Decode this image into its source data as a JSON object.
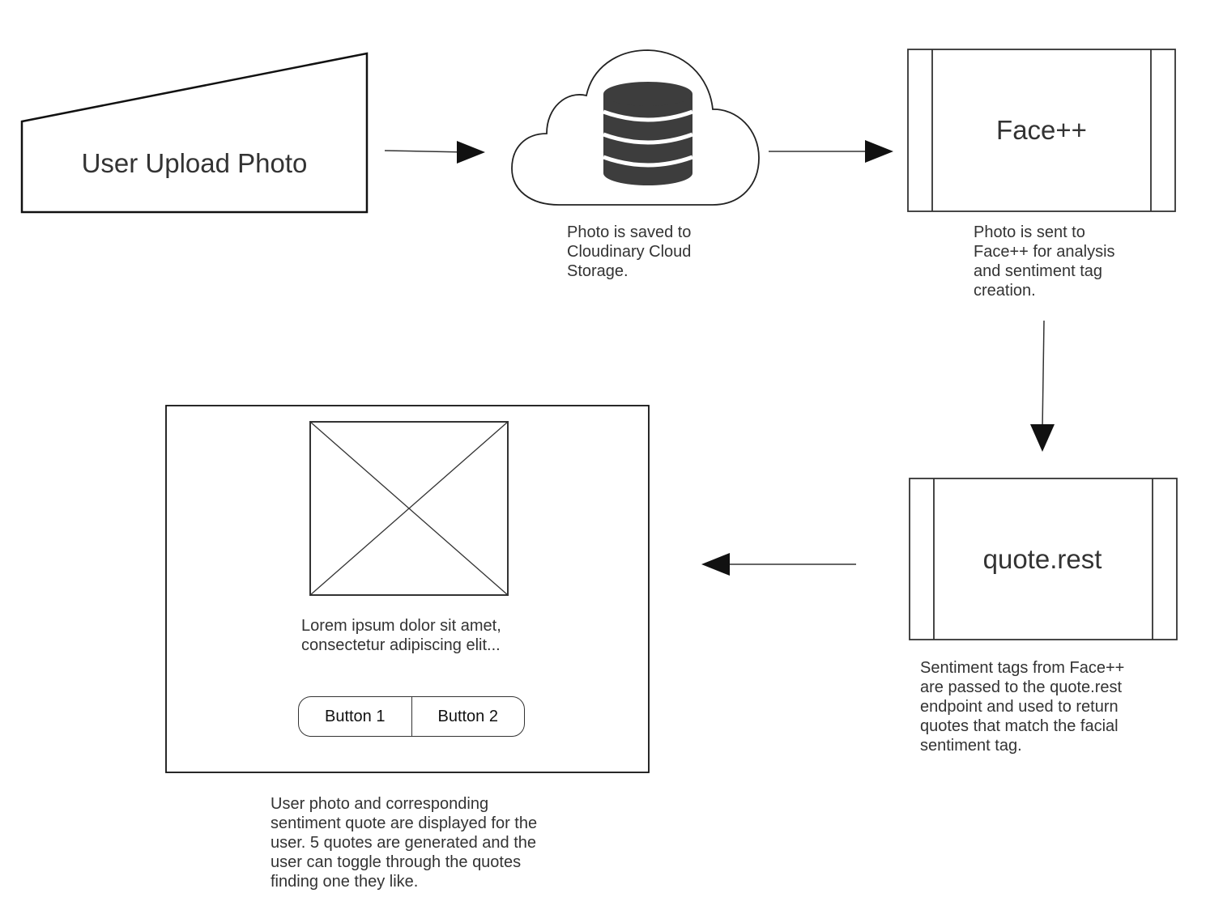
{
  "nodes": {
    "upload": {
      "label": "User Upload Photo"
    },
    "cloud_caption": "Photo is saved to\nCloudinary Cloud\nStorage.",
    "facepp": {
      "label": "Face++",
      "caption": "Photo is sent to\nFace++ for analysis\nand sentiment tag\ncreation."
    },
    "quote_rest": {
      "label": "quote.rest",
      "caption": "Sentiment tags from Face++\nare passed to the quote.rest\nendpoint and used to return\nquotes that match the facial\nsentiment tag."
    },
    "display": {
      "body_text": "Lorem ipsum dolor sit amet,\nconsectetur adipiscing elit...",
      "button_1": "Button 1",
      "button_2": "Button 2",
      "caption": "User photo and corresponding\nsentiment quote are displayed for the\nuser.  5 quotes are generated and the\nuser can toggle through the quotes\nfinding one they like."
    }
  },
  "colors": {
    "stroke": "#222222",
    "text": "#333333",
    "database_fill": "#3d3d3d"
  },
  "icons": [
    "cloud-icon",
    "database-icon",
    "image-placeholder-icon",
    "arrow-icon"
  ]
}
